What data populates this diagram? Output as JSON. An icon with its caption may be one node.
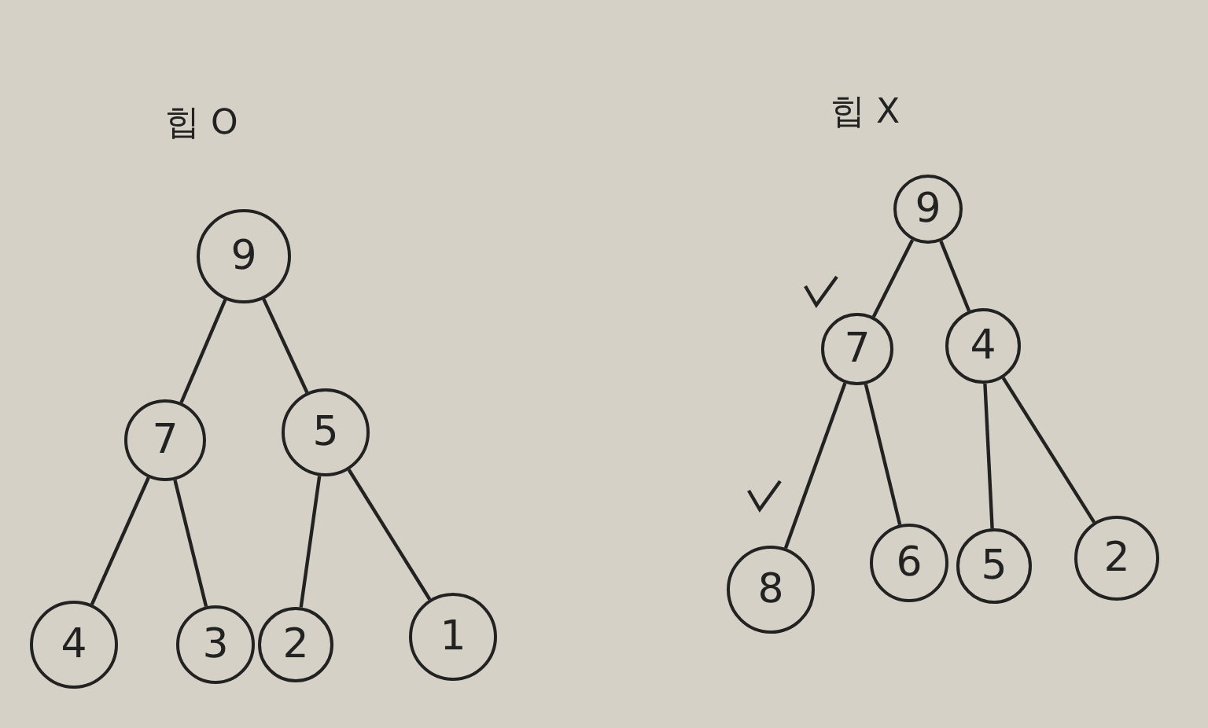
{
  "diagram": {
    "nodes": [
      {
        "text": [
          "9"
        ]
      },
      {
        "text": [
          "7"
        ]
      },
      {
        "text": [
          "5"
        ]
      },
      {
        "text": [
          "4"
        ]
      },
      {
        "text": [
          "3"
        ]
      },
      {
        "text": [
          "2"
        ]
      },
      {
        "text": [
          "1"
        ]
      },
      {
        "text": [
          "9"
        ]
      },
      {
        "text": [
          "7"
        ]
      },
      {
        "text": [
          "4"
        ]
      },
      {
        "text": [
          "8"
        ]
      },
      {
        "text": [
          "6"
        ]
      },
      {
        "text": [
          "5"
        ]
      },
      {
        "text": [
          "2"
        ]
      }
    ],
    "edges": [
      {
        "from": 0,
        "to": 1,
        "arrow": "none"
      },
      {
        "from": 0,
        "to": 2,
        "arrow": "none"
      },
      {
        "from": 1,
        "to": 3,
        "arrow": "none"
      },
      {
        "from": 1,
        "to": 4,
        "arrow": "none"
      },
      {
        "from": 2,
        "to": 5,
        "arrow": "none"
      },
      {
        "from": 2,
        "to": 6,
        "arrow": "none"
      },
      {
        "from": 7,
        "to": 8,
        "arrow": "none"
      },
      {
        "from": 7,
        "to": 9,
        "arrow": "none"
      },
      {
        "from": 8,
        "to": 10,
        "arrow": "none"
      },
      {
        "from": 8,
        "to": 11,
        "arrow": "none"
      },
      {
        "from": 9,
        "to": 12,
        "arrow": "none"
      },
      {
        "from": 9,
        "to": 13,
        "arrow": "none"
      }
    ],
    "labels": [
      "힙 O",
      "힙 X"
    ]
  }
}
